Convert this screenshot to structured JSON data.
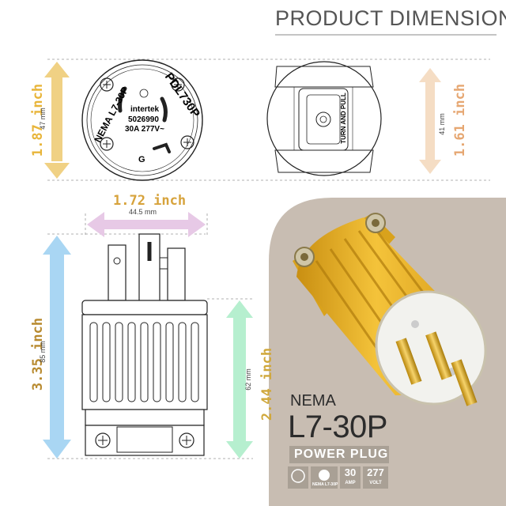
{
  "title": "PRODUCT DIMENSION",
  "dims": {
    "top_height_inch": "1.87 inch",
    "top_height_mm": "47 mm",
    "side_height_inch": "1.61 inch",
    "side_height_mm": "41 mm",
    "width_inch": "1.72 inch",
    "width_mm": "44.5 mm",
    "length_inch": "3.35 inch",
    "length_mm": "85 mm",
    "body_inch": "2.44 inch",
    "body_mm": "62 mm"
  },
  "face": {
    "left_text": "NEMA L7-30P",
    "right_text": "PDL730P",
    "brand": "intertek",
    "code": "5026990",
    "rating": "30A 277V~",
    "ground": "G"
  },
  "side_label": "TURN AND PULL",
  "product": {
    "nema": "NEMA",
    "model": "L7-30P",
    "type": "POWER PLUG",
    "badges": {
      "nema_label": "NEMA L7-30P",
      "amp": "30",
      "amp_unit": "AMP",
      "volt": "277",
      "volt_unit": "VOLT"
    }
  },
  "colors": {
    "yellow_arrow": "#f0d184",
    "peach_arrow": "#f5ddc4",
    "purple_arrow": "#e7c9e6",
    "blue_arrow": "#a9d6f3",
    "green_arrow": "#b6efcf",
    "inch_yellow": "#e8b53a",
    "inch_peach": "#e6a772",
    "inch_purple": "#d7a33c",
    "inch_blue": "#b88a2f",
    "inch_green": "#d0a83c",
    "panel_bg": "#c8bdb2",
    "badge_bg": "#a9a095",
    "plug_yellow": "#e8b425"
  }
}
